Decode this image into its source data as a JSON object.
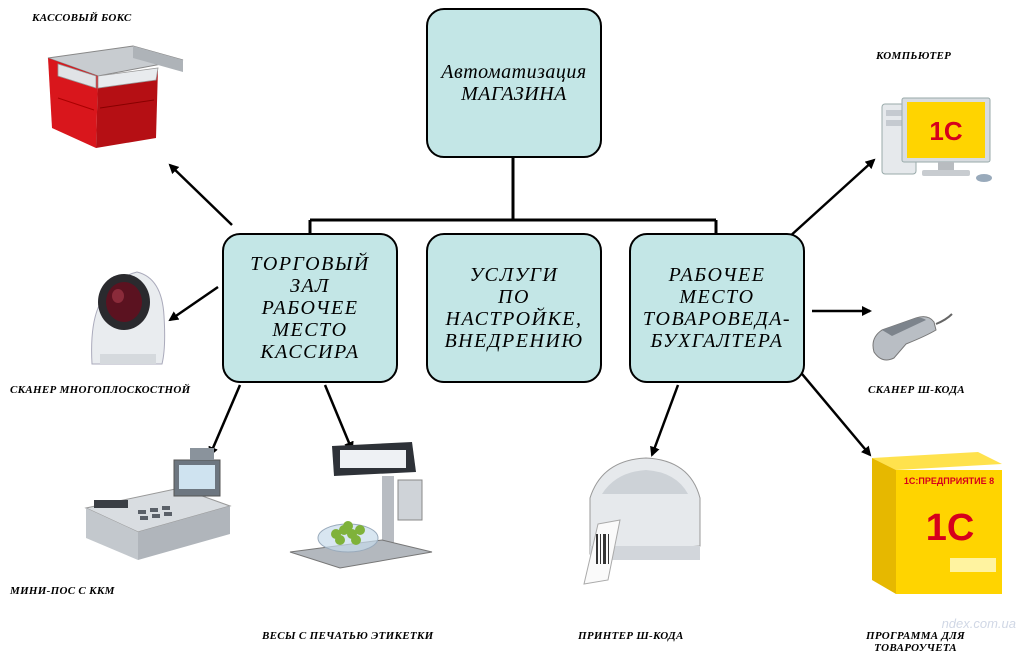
{
  "main": {
    "line1": "Автоматизация",
    "line2": "МАГАЗИНА"
  },
  "boxes": {
    "cashier": [
      "ТОРГОВЫЙ",
      "ЗАЛ",
      "РАБОЧЕЕ",
      "МЕСТО",
      "КАССИРА"
    ],
    "services": [
      "УСЛУГИ",
      "ПО",
      "НАСТРОЙКЕ,",
      "ВНЕДРЕНИЮ"
    ],
    "accountant": [
      "РАБОЧЕЕ",
      "МЕСТО",
      "ТОВАРОВЕДА-",
      "БУХГАЛТЕРА"
    ]
  },
  "captions": {
    "cash_box": "КАССОВЫЙ БОКС",
    "computer": "КОМПЬЮТЕР",
    "scanner_multi": "СКАНЕР МНОГОПЛОСКОСТНОЙ",
    "scanner_barcode": "СКАНЕР Ш-КОДА",
    "mini_pos": "МИНИ-ПОС С ККМ",
    "scales": "ВЕСЫ С ПЕЧАТЬЮ ЭТИКЕТКИ",
    "printer": "ПРИНТЕР Ш-КОДА",
    "program_line1": "ПРОГРАММА ДЛЯ",
    "program_line2": "ТОВАРОУЧЕТА"
  },
  "logos": {
    "onec": "1С",
    "enterprise": "1С:ПРЕДПРИЯТИЕ 8"
  },
  "watermark": "ndex.com.ua",
  "colors": {
    "box_fill": "#c3e6e6",
    "box_border": "#000000",
    "cash_box_red": "#d9161c",
    "onec_yellow": "#ffd400",
    "onec_red": "#d6001c"
  }
}
